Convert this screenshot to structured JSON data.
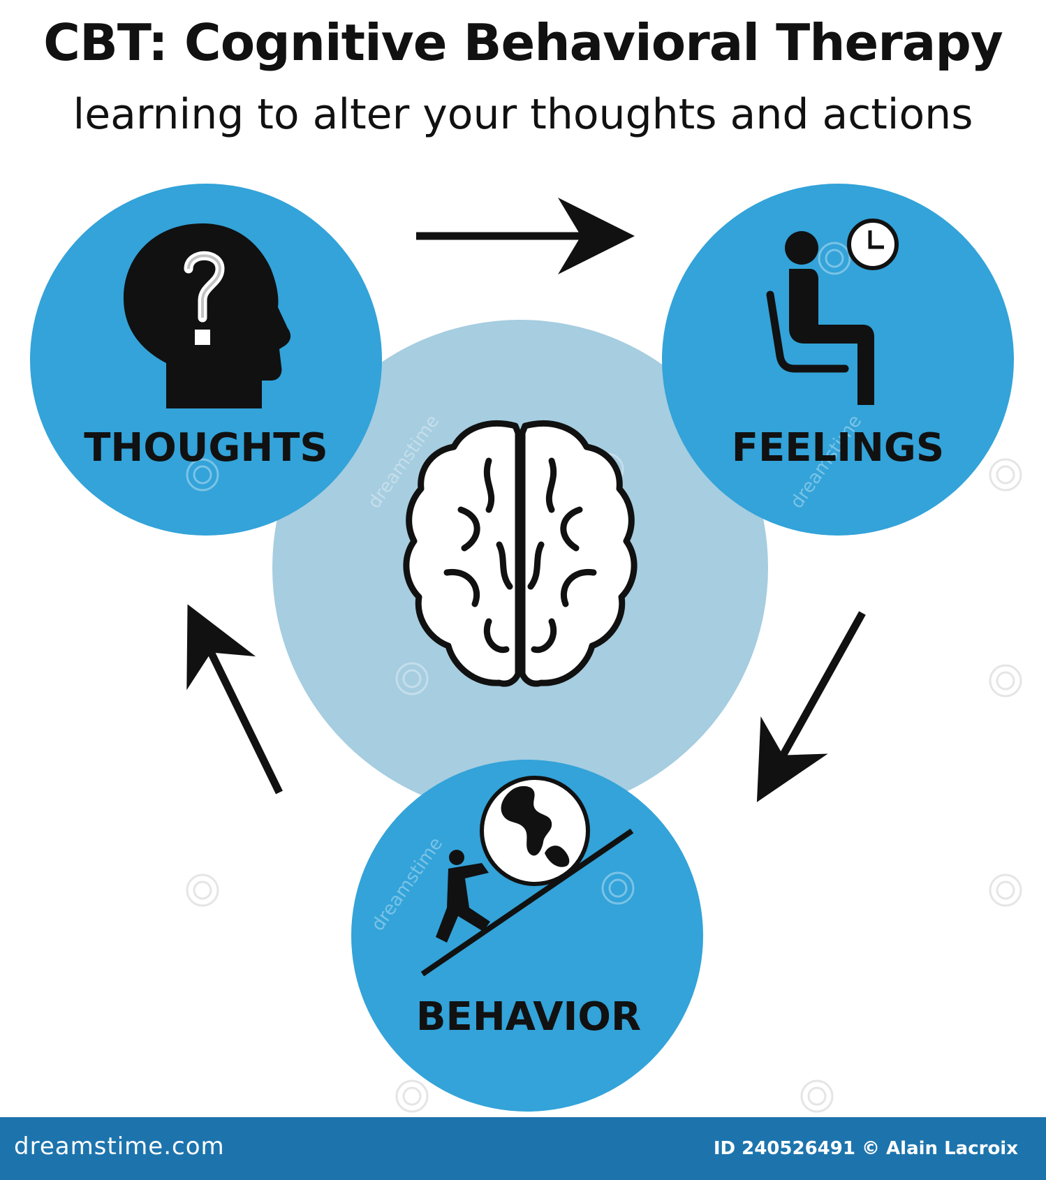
{
  "header": {
    "title": "CBT: Cognitive Behavioral Therapy",
    "subtitle": "learning to alter your thoughts and actions"
  },
  "nodes": {
    "thoughts": {
      "label": "THOUGHTS",
      "icon": "head-question-mark-icon"
    },
    "feelings": {
      "label": "FEELINGS",
      "icon": "seated-person-clock-icon"
    },
    "behavior": {
      "label": "BEHAVIOR",
      "icon": "person-pushing-globe-icon"
    },
    "center": {
      "icon": "brain-icon"
    }
  },
  "arrows": [
    {
      "from": "thoughts",
      "to": "feelings"
    },
    {
      "from": "feelings",
      "to": "behavior"
    },
    {
      "from": "behavior",
      "to": "thoughts"
    }
  ],
  "colors": {
    "node_fill": "#33a3d9",
    "center_fill": "#a6cde0",
    "ink": "#111111",
    "footer": "#1d74ad"
  },
  "watermark": "dreamstime",
  "footer": {
    "brand": "dreamstime.com",
    "credit": "ID 240526491 © Alain Lacroix"
  }
}
